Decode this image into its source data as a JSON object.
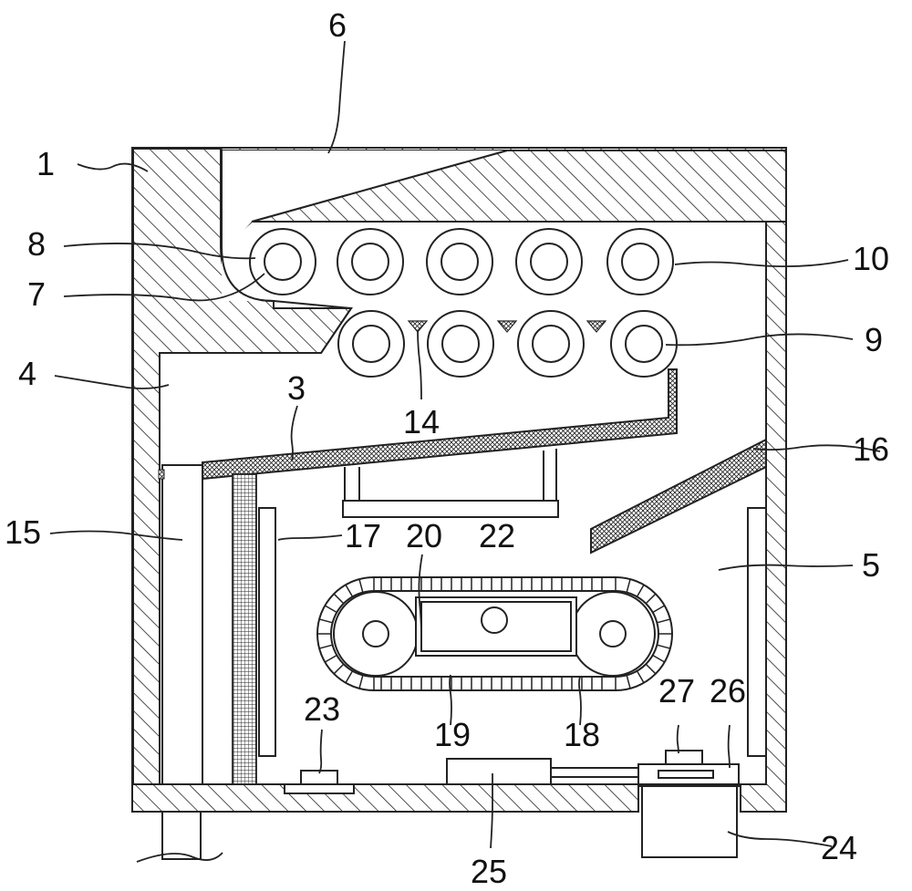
{
  "labels": {
    "l1": "1",
    "l3": "3",
    "l4": "4",
    "l5": "5",
    "l6": "6",
    "l7": "7",
    "l8": "8",
    "l9": "9",
    "l10": "10",
    "l14": "14",
    "l15": "15",
    "l16": "16",
    "l17": "17",
    "l18": "18",
    "l19": "19",
    "l20": "20",
    "l22": "22",
    "l23": "23",
    "l24": "24",
    "l25": "25",
    "l26": "26",
    "l27": "27"
  },
  "colors": {
    "stroke": "#222222",
    "hatch": "#222222",
    "background": "#ffffff"
  },
  "fills": {
    "housing_wall": "diagonal-hatch",
    "sloped_plate": "crosshatch-mesh",
    "screen_panel": "grid-mesh"
  }
}
